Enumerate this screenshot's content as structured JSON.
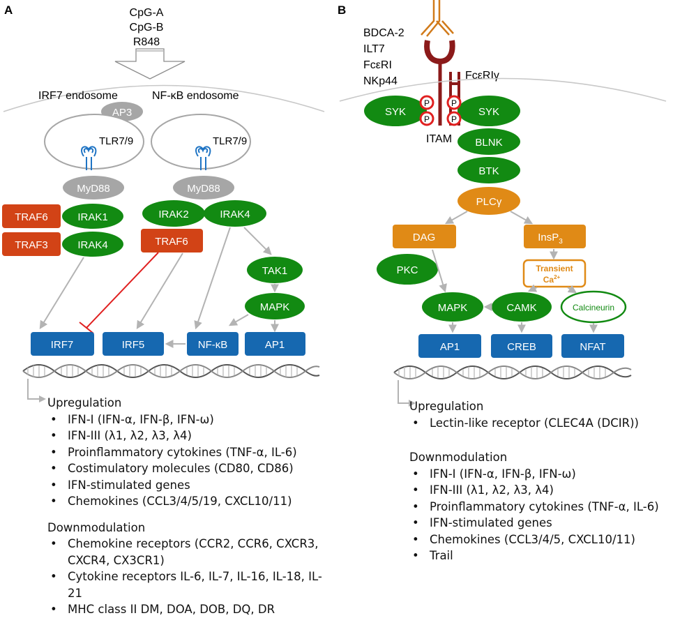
{
  "panel_a": {
    "letter": "A",
    "ligands": [
      "CpG-A",
      "CpG-B",
      "R848"
    ],
    "membrane_labels": {
      "irf7_endosome": "IRF7 endosome",
      "nfkb_endosome": "NF-κB endosome"
    },
    "nodes": {
      "ap3": "AP3",
      "tlr_left": "TLR7/9",
      "tlr_right": "TLR7/9",
      "myd88_left": "MyD88",
      "myd88_right": "MyD88",
      "traf6_left": "TRAF6",
      "traf3": "TRAF3",
      "irak1": "IRAK1",
      "irak4_left": "IRAK4",
      "irak2": "IRAK2",
      "irak4_right": "IRAK4",
      "traf6_right": "TRAF6",
      "tak1": "TAK1",
      "mapk": "MAPK",
      "irf7": "IRF7",
      "irf5": "IRF5",
      "nfkb": "NF-κB",
      "ap1": "AP1"
    },
    "upregulation": {
      "heading": "Upregulation",
      "items": [
        "IFN-I (IFN-α, IFN-β, IFN-ω)",
        "IFN-III (λ1, λ2, λ3, λ4)",
        "Proinflammatory cytokines (TNF-α, IL-6)",
        "Costimulatory molecules (CD80, CD86)",
        "IFN-stimulated genes",
        "Chemokines (CCL3/4/5/19, CXCL10/11)"
      ]
    },
    "downmodulation": {
      "heading": "Downmodulation",
      "items": [
        "Chemokine receptors (CCR2, CCR6, CXCR3, CXCR4, CX3CR1)",
        "Cytokine receptors IL-6, IL-7, IL-16, IL-18, IL-21",
        "MHC class II DM, DOA, DOB, DQ, DR"
      ]
    }
  },
  "panel_b": {
    "letter": "B",
    "receptors": [
      "BDCA-2",
      "ILT7",
      "FcεRI",
      "NKp44"
    ],
    "fc_label": "FcεRIγ",
    "itam": "ITAM",
    "phospho": "P",
    "nodes": {
      "syk_left": "SYK",
      "syk_right": "SYK",
      "blnk": "BLNK",
      "btk": "BTK",
      "plcg": "PLCγ",
      "dag": "DAG",
      "insp3": "InsP",
      "insp3_sub": "3",
      "transient": "Transient",
      "ca": "Ca",
      "ca_sup": "2+",
      "pkc": "PKC",
      "mapk": "MAPK",
      "camk": "CAMK",
      "calcineurin": "Calcineurin",
      "ap1": "AP1",
      "creb": "CREB",
      "nfat": "NFAT"
    },
    "upregulation": {
      "heading": "Upregulation",
      "items": [
        "Lectin-like receptor (CLEC4A (DCIR))"
      ]
    },
    "downmodulation": {
      "heading": "Downmodulation",
      "items": [
        "IFN-I (IFN-α, IFN-β, IFN-ω)",
        "IFN-III (λ1, λ2, λ3, λ4)",
        "Proinflammatory cytokines (TNF-α, IL-6)",
        "IFN-stimulated genes",
        "Chemokines (CCL3/4/5, CXCL10/11)",
        "Trail"
      ]
    }
  },
  "colors": {
    "green": "#128a12",
    "red": "#d24316",
    "blue": "#1668b0",
    "gray": "#a6a6a6",
    "orange": "#e08a16",
    "dark_red": "#8b1a1a",
    "inhibit": "#e02020"
  },
  "icons": [
    "tlr-receptor-icon",
    "antibody-icon",
    "dna-helix-icon",
    "phosphate-icon"
  ]
}
